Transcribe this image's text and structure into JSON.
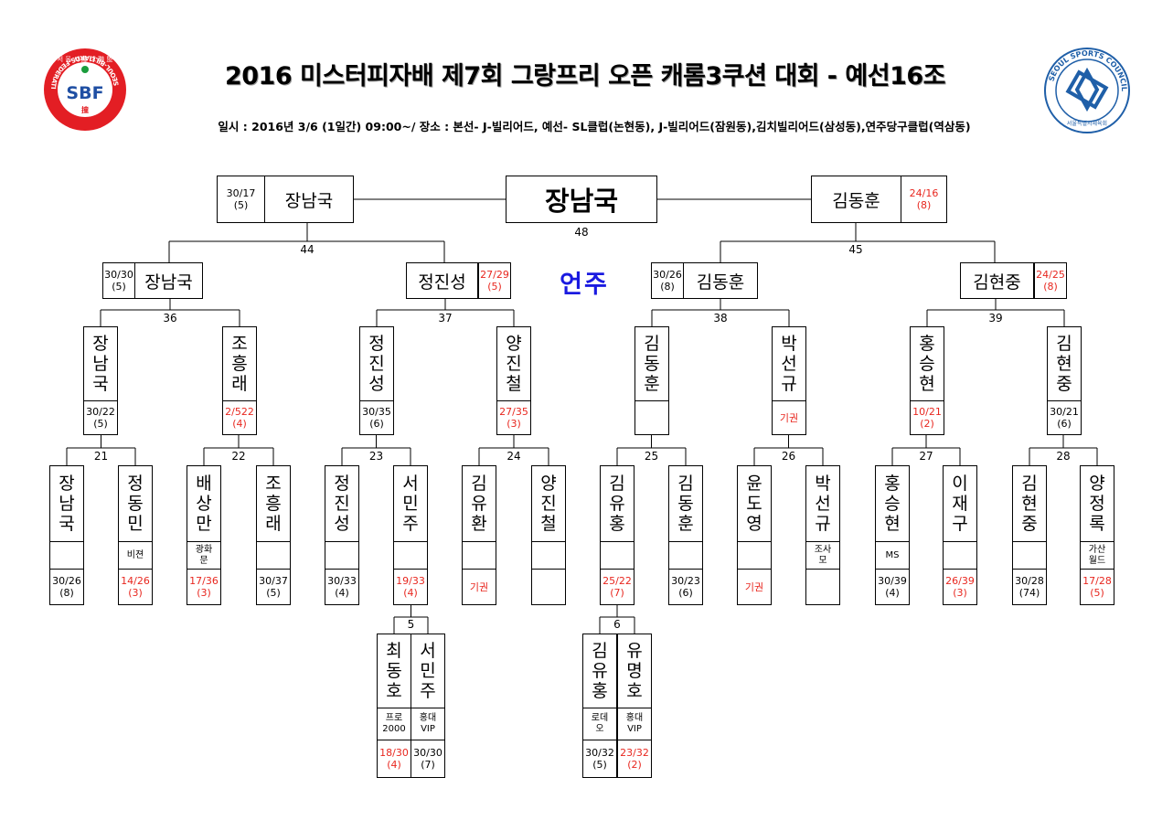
{
  "header": {
    "title": "2016 미스터피자배 제7회 그랑프리 오픈 캐롬3쿠션 대회 - 예선16조",
    "subtitle": "일시 : 2016년 3/6 (1일간) 09:00~/ 장소 : 본선- J-빌리어드, 예선- SL클럽(논현동), J-빌리어드(잠원동),김치빌리어드(삼성동),연주당구클럽(역삼동)",
    "left_logo_text": "SBF",
    "left_logo_ring": "SEOUL-BILLIARDS-FEDERATION",
    "left_logo_top": "서 울 시 撞 球 聯 盟",
    "left_logo_mark": "撞",
    "right_logo_ring": "SEOUL SPORTS COUNCIL",
    "right_logo_bottom": "서울특별시체육회"
  },
  "venue": "언주",
  "final": {
    "winner": "장남국",
    "match_no": "48"
  },
  "semis": [
    {
      "name": "장남국",
      "score": "30/17",
      "inning": "(5)",
      "red": false
    },
    {
      "name": "김동훈",
      "score": "24/16",
      "inning": "(8)",
      "red": true
    }
  ],
  "quarters": [
    {
      "match_no": "44",
      "top": {
        "name": "장남국",
        "score": "30/30",
        "inning": "(5)",
        "red": false
      },
      "bottom": {
        "name": "정진성",
        "score": "27/29",
        "inning": "(5)",
        "red": true
      }
    },
    {
      "match_no": "45",
      "top": {
        "name": "김동훈",
        "score": "30/26",
        "inning": "(8)",
        "red": false
      },
      "bottom": {
        "name": "김현중",
        "score": "24/25",
        "inning": "(8)",
        "red": true
      }
    }
  ],
  "round16": [
    {
      "match_no": "36",
      "a": {
        "name": "장남국",
        "score": "30/22",
        "inning": "(5)",
        "red": false
      },
      "b": {
        "name": "조흥래",
        "score": "2/522",
        "inning": "(4)",
        "red": true
      }
    },
    {
      "match_no": "37",
      "a": {
        "name": "정진성",
        "score": "30/35",
        "inning": "(6)",
        "red": false
      },
      "b": {
        "name": "양진철",
        "score": "27/35",
        "inning": "(3)",
        "red": true
      }
    },
    {
      "match_no": "38",
      "a": {
        "name": "김동훈",
        "score": "",
        "inning": "",
        "red": false
      },
      "b": {
        "name": "박선규",
        "score": "기권",
        "inning": "",
        "red": true
      }
    },
    {
      "match_no": "39",
      "a": {
        "name": "홍승현",
        "score": "10/21",
        "inning": "(2)",
        "red": true
      },
      "b": {
        "name": "김현중",
        "score": "30/21",
        "inning": "(6)",
        "red": false
      }
    }
  ],
  "round32": [
    {
      "match_no": "21",
      "a": {
        "name": "장남국",
        "club": "",
        "score": "30/26",
        "inning": "(8)",
        "red": false
      },
      "b": {
        "name": "정동민",
        "club": "비젼",
        "score": "14/26",
        "inning": "(3)",
        "red": true
      }
    },
    {
      "match_no": "22",
      "a": {
        "name": "배상만",
        "club": "광화\n문",
        "score": "17/36",
        "inning": "(3)",
        "red": true
      },
      "b": {
        "name": "조흥래",
        "club": "",
        "score": "30/37",
        "inning": "(5)",
        "red": false
      }
    },
    {
      "match_no": "23",
      "a": {
        "name": "정진성",
        "club": "",
        "score": "30/33",
        "inning": "(4)",
        "red": false
      },
      "b": {
        "name": "서민주",
        "club": "",
        "score": "19/33",
        "inning": "(4)",
        "red": true
      }
    },
    {
      "match_no": "24",
      "a": {
        "name": "김유환",
        "club": "",
        "score": "기권",
        "inning": "",
        "red": true
      },
      "b": {
        "name": "양진철",
        "club": "",
        "score": "",
        "inning": "",
        "red": false
      }
    },
    {
      "match_no": "25",
      "a": {
        "name": "김유홍",
        "club": "",
        "score": "25/22",
        "inning": "(7)",
        "red": true
      },
      "b": {
        "name": "김동훈",
        "club": "",
        "score": "30/23",
        "inning": "(6)",
        "red": false
      }
    },
    {
      "match_no": "26",
      "a": {
        "name": "윤도영",
        "club": "",
        "score": "기권",
        "inning": "",
        "red": true
      },
      "b": {
        "name": "박선규",
        "club": "조사\n모",
        "score": "",
        "inning": "",
        "red": false
      }
    },
    {
      "match_no": "27",
      "a": {
        "name": "홍승현",
        "club": "MS",
        "score": "30/39",
        "inning": "(4)",
        "red": false
      },
      "b": {
        "name": "이재구",
        "club": "",
        "score": "26/39",
        "inning": "(3)",
        "red": true
      }
    },
    {
      "match_no": "28",
      "a": {
        "name": "김현중",
        "club": "",
        "score": "30/28",
        "inning": "(74)",
        "red": false
      },
      "b": {
        "name": "양정록",
        "club": "가산\n월드",
        "score": "17/28",
        "inning": "(5)",
        "red": true
      }
    }
  ],
  "round64": [
    {
      "match_no": "5",
      "a": {
        "name": "최동호",
        "club": "프로\n2000",
        "score": "18/30",
        "inning": "(4)",
        "red": true
      },
      "b": {
        "name": "서민주",
        "club": "홍대\nVIP",
        "score": "30/30",
        "inning": "(7)",
        "red": false
      }
    },
    {
      "match_no": "6",
      "a": {
        "name": "김유홍",
        "club": "로데\n오",
        "score": "30/32",
        "inning": "(5)",
        "red": false
      },
      "b": {
        "name": "유명호",
        "club": "홍대\nVIP",
        "score": "23/32",
        "inning": "(2)",
        "red": true
      }
    }
  ]
}
